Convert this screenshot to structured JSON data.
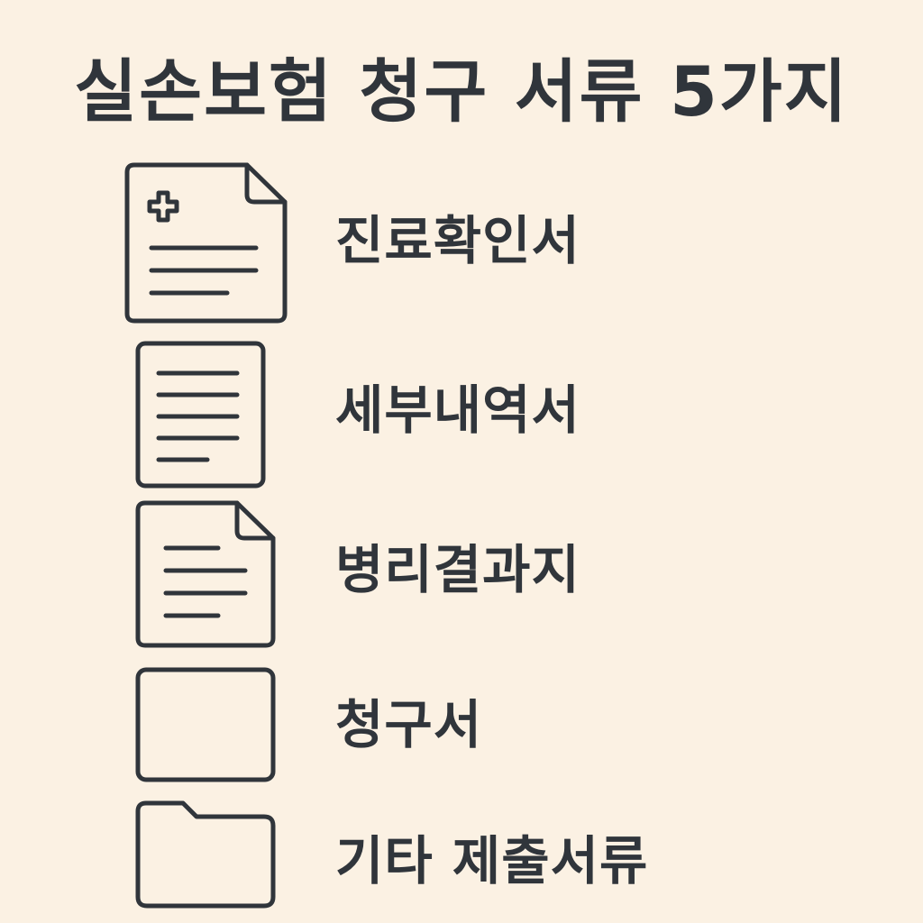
{
  "page": {
    "title": "실손보험 청구 서류 5가지",
    "background_color": "#fbf1e3",
    "text_color": "#30353b"
  },
  "documents": [
    {
      "label": "진료확인서",
      "icon": "medical-document-icon"
    },
    {
      "label": "세부내역서",
      "icon": "lined-document-icon"
    },
    {
      "label": "병리결과지",
      "icon": "folded-document-icon"
    },
    {
      "label": "청구서",
      "icon": "blank-document-icon"
    },
    {
      "label": "기타 제출서류",
      "icon": "folder-icon"
    }
  ]
}
